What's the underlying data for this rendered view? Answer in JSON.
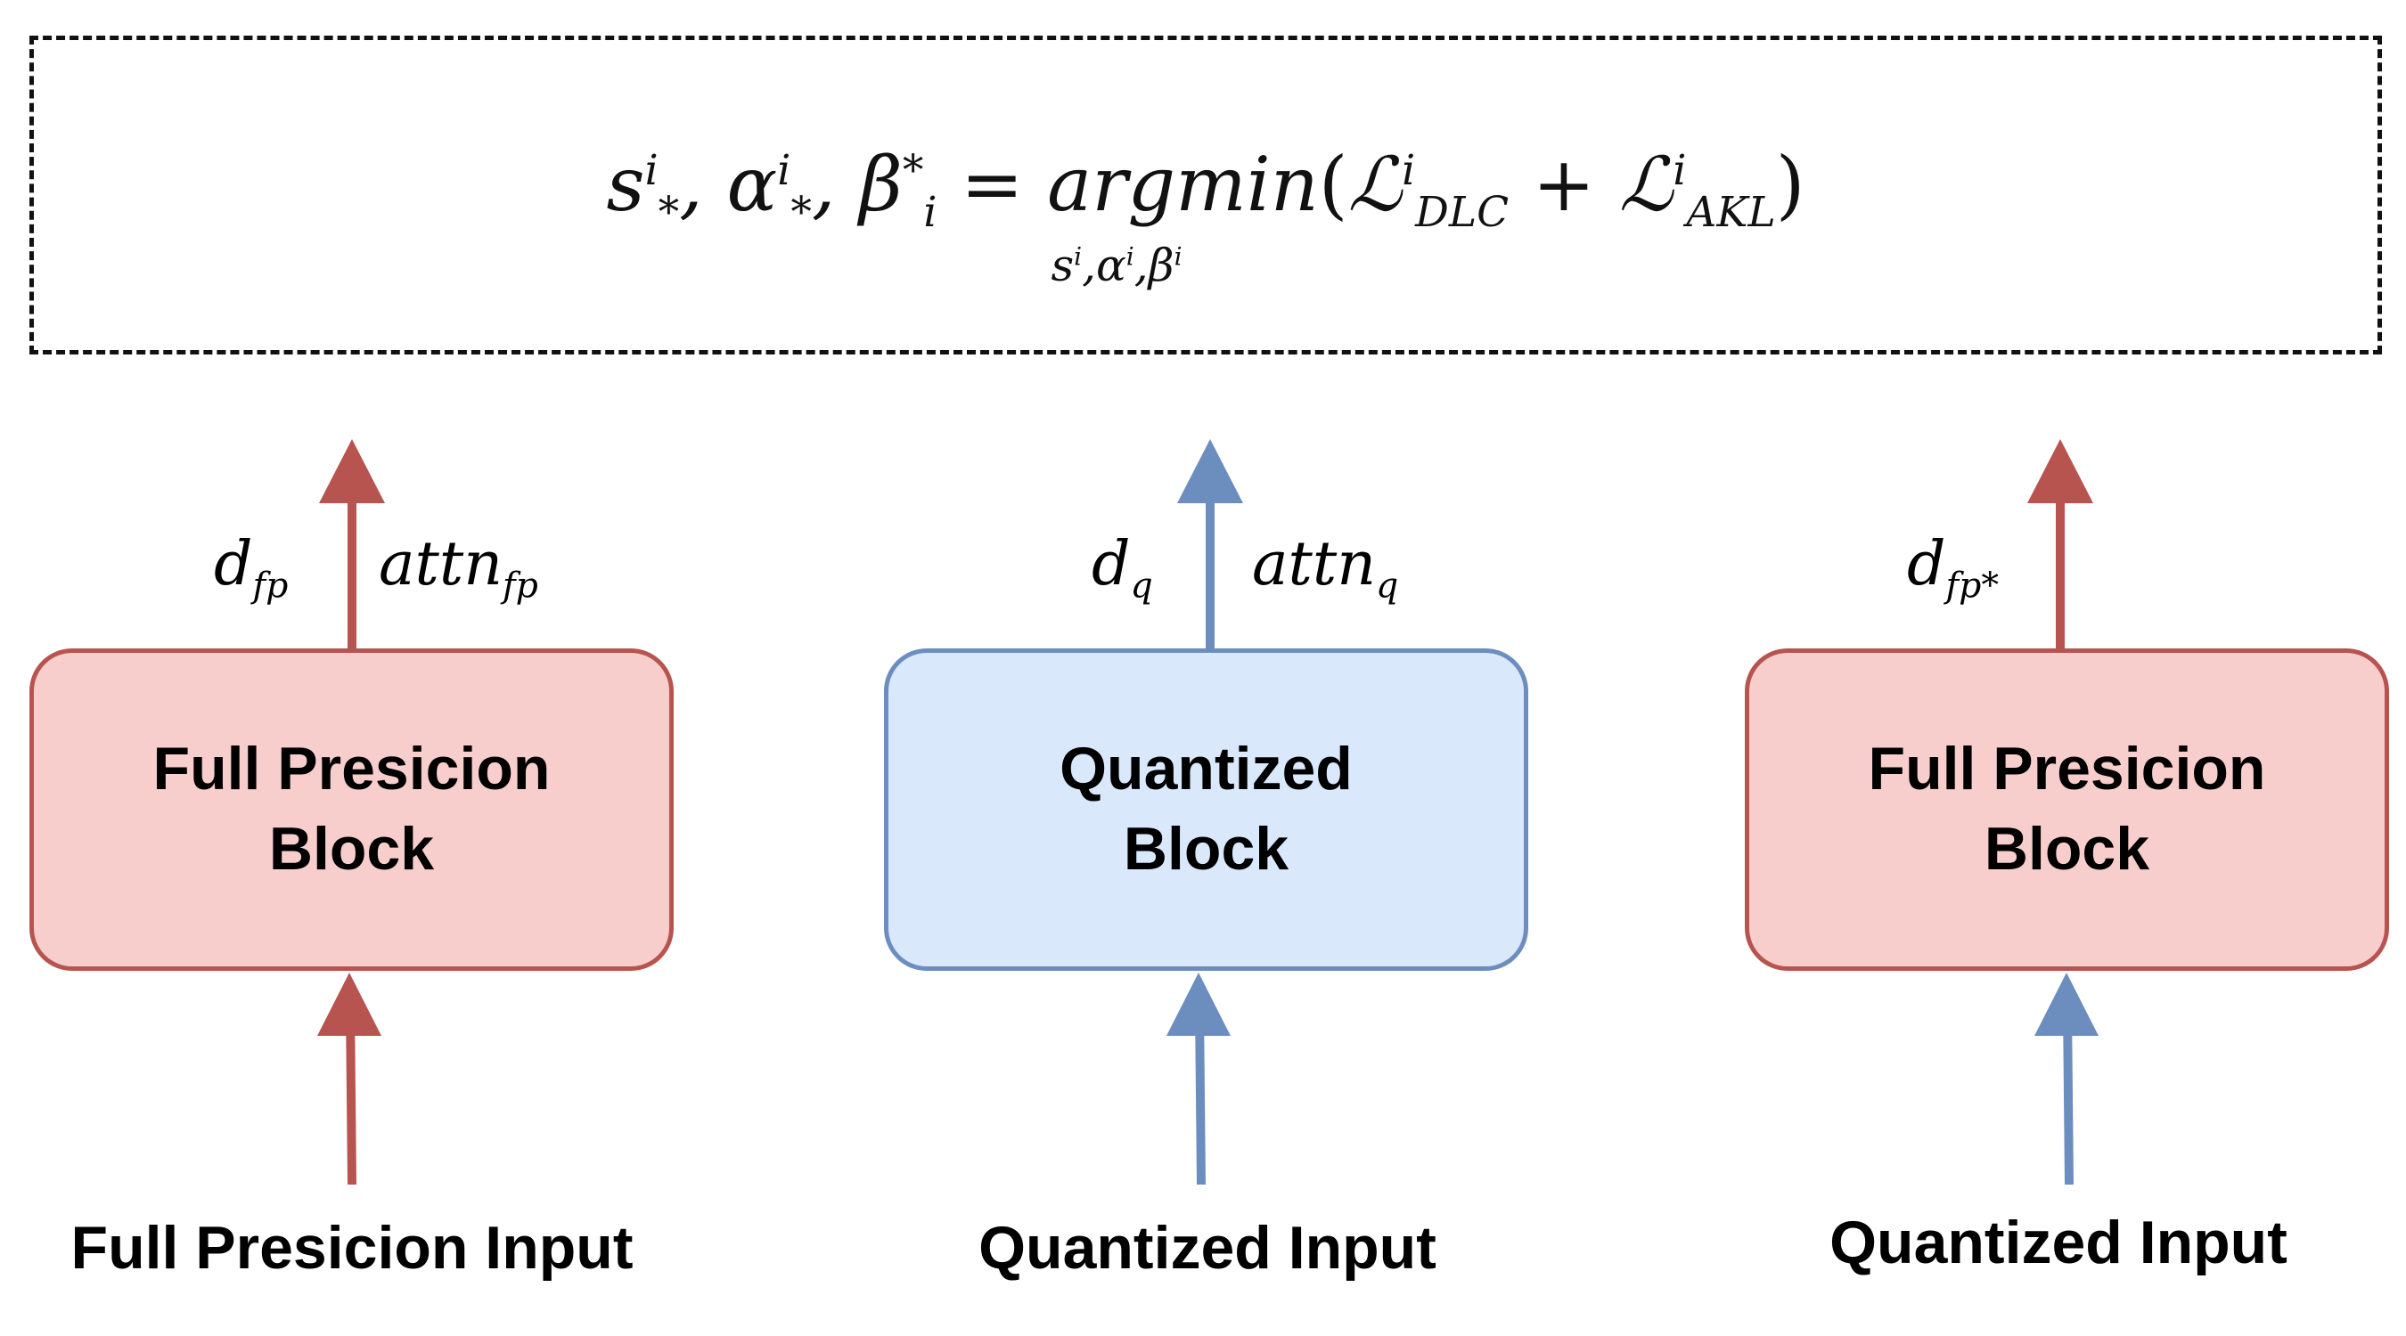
{
  "objective": {
    "lhs": "s*i, α*i, βi* =",
    "op": "argmin",
    "under": "si,αi,βi",
    "terms": [
      "ℒiDLC",
      "ℒiAKL"
    ]
  },
  "blocks": [
    {
      "label": "Full Presicion\nBlock",
      "kind": "full-precision"
    },
    {
      "label": "Quantized\nBlock",
      "kind": "quantized"
    },
    {
      "label": "Full Presicion\nBlock",
      "kind": "full-precision"
    }
  ],
  "inputs": [
    "Full Presicion Input",
    "Quantized Input",
    "Quantized Input"
  ],
  "outputs": {
    "left": [
      "d_fp",
      "attn_fp"
    ],
    "middle": [
      "d_q",
      "attn_q"
    ],
    "right": [
      "d_fp*"
    ]
  },
  "colors": {
    "red": "#b85450",
    "blue": "#6c8ebf",
    "red_fill": "#f8cecc",
    "blue_fill": "#dae8fc"
  }
}
